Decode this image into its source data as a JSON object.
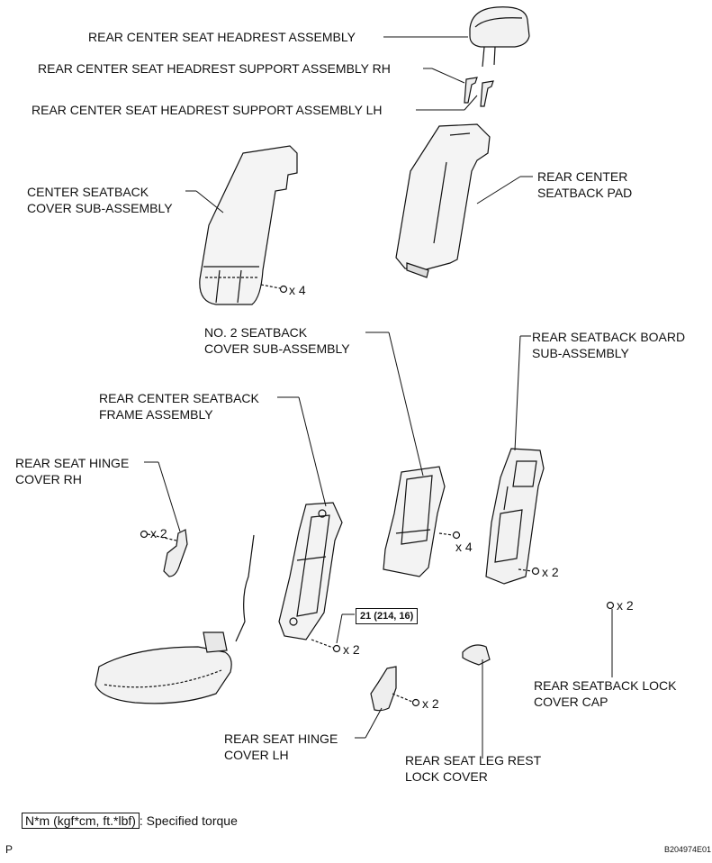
{
  "labels": {
    "headrest": "REAR CENTER SEAT HEADREST ASSEMBLY",
    "support_rh": "REAR CENTER SEAT HEADREST SUPPORT ASSEMBLY RH",
    "support_lh": "REAR CENTER SEAT HEADREST SUPPORT ASSEMBLY LH",
    "seatback_cover_l1": "CENTER SEATBACK",
    "seatback_cover_l2": "COVER SUB-ASSEMBLY",
    "seatback_pad_l1": "REAR CENTER",
    "seatback_pad_l2": "SEATBACK PAD",
    "no2_cover_l1": "NO. 2 SEATBACK",
    "no2_cover_l2": "COVER SUB-ASSEMBLY",
    "board_l1": "REAR SEATBACK BOARD",
    "board_l2": "SUB-ASSEMBLY",
    "frame_l1": "REAR CENTER SEATBACK",
    "frame_l2": "FRAME ASSEMBLY",
    "hinge_rh_l1": "REAR SEAT HINGE",
    "hinge_rh_l2": "COVER RH",
    "hinge_lh_l1": "REAR SEAT HINGE",
    "hinge_lh_l2": "COVER LH",
    "lock_cap_l1": "REAR SEATBACK LOCK",
    "lock_cap_l2": "COVER CAP",
    "leg_rest_l1": "REAR SEAT LEG REST",
    "leg_rest_l2": "LOCK COVER"
  },
  "quantities": {
    "cover_clips": "x 4",
    "hinge_rh_screws": "x 2",
    "no2_cover_clips": "x 4",
    "board_clips": "x 2",
    "lock_cap": "x 2",
    "frame_bolts": "x 2",
    "hinge_lh_screws": "x 2"
  },
  "torque": "21 (214, 16)",
  "legend": {
    "box": "N*m (kgf*cm, ft.*lbf)",
    "text": ": Specified torque"
  },
  "footer": {
    "page_letter": "P",
    "figure_id": "B204974E01"
  }
}
